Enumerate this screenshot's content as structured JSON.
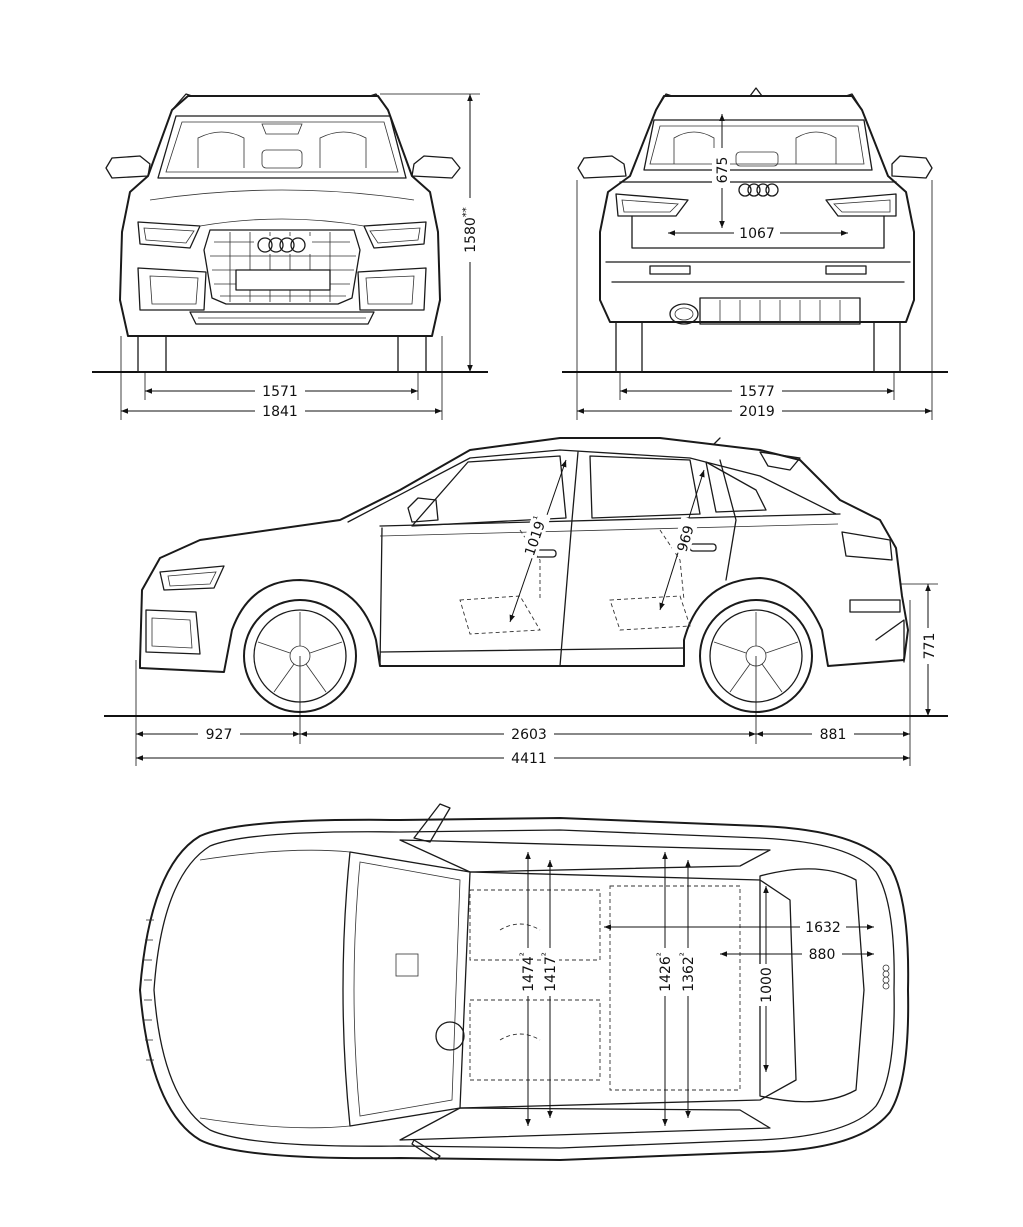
{
  "dimensions": {
    "front_track": "1571",
    "front_width": "1841",
    "height": "1580",
    "height_marker": "**",
    "rear_track": "1577",
    "rear_width_mirrors": "2019",
    "rear_opening_height": "675",
    "rear_opening_width": "1067",
    "front_headroom": "1019",
    "front_headroom_marker": "¹",
    "rear_headroom": "969",
    "loading_sill_height": "771",
    "front_overhang": "927",
    "wheelbase": "2603",
    "rear_overhang": "881",
    "overall_length": "4411",
    "luggage_length": "1632",
    "luggage_length_seats": "880",
    "luggage_width": "1000",
    "front_shoulder_width": "1474",
    "front_elbow_width": "1417",
    "rear_shoulder_width": "1426",
    "rear_elbow_width": "1362",
    "footnote_marker": "²"
  },
  "icons": {
    "front_logo": "four-rings-logo-icon",
    "rear_logo": "four-rings-logo-icon"
  }
}
